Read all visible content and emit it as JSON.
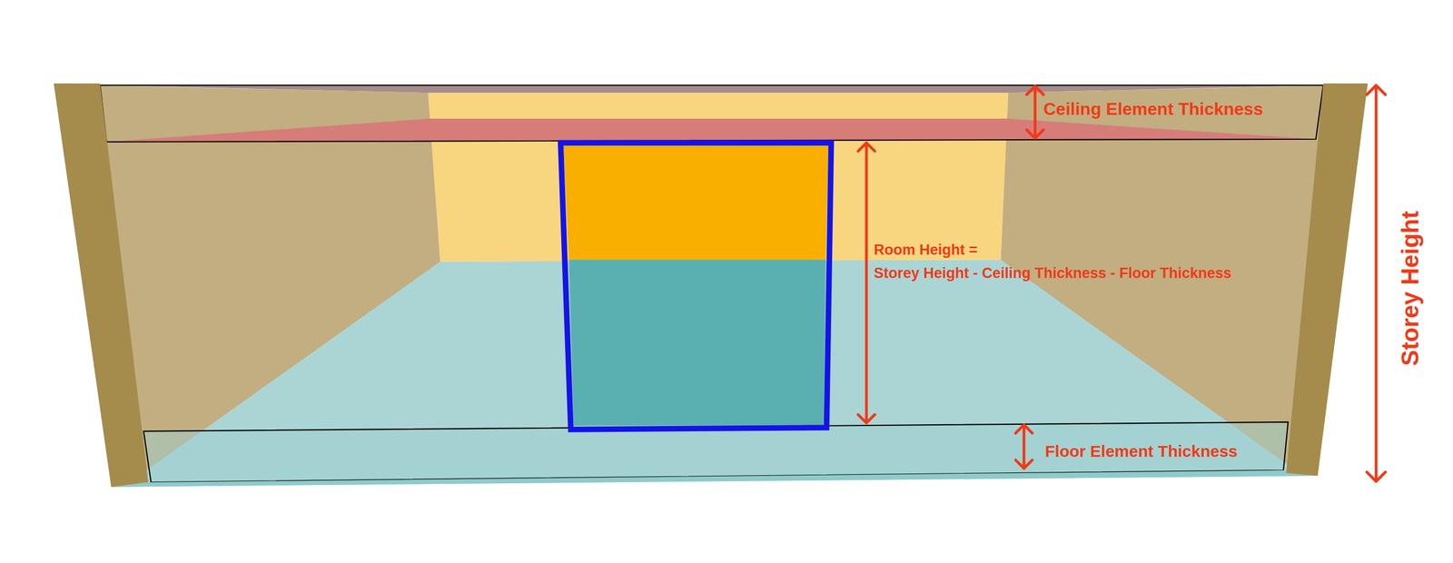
{
  "diagram": {
    "labels": [
      "Ceiling Element Thickness",
      "Room Height =",
      "Storey Height - Ceiling Thickness - Floor Thickness",
      "Floor Element Thickness",
      "Storey Height"
    ]
  }
}
